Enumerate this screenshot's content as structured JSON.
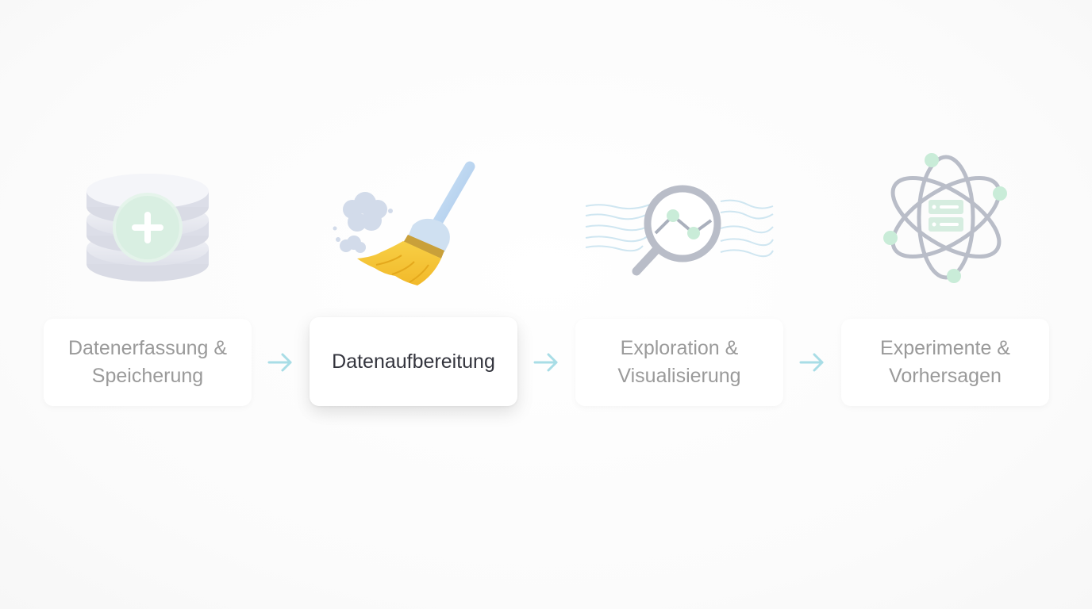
{
  "steps": [
    {
      "label": "Datenerfassung &\nSpeicherung",
      "icon": "database-add-icon",
      "active": false
    },
    {
      "label": "Datenaufbereitung",
      "icon": "broom-icon",
      "active": true
    },
    {
      "label": "Exploration &\nVisualisierung",
      "icon": "magnifier-chart-icon",
      "active": false
    },
    {
      "label": "Experimente &\nVorhersagen",
      "icon": "atom-server-icon",
      "active": false
    }
  ],
  "colors": {
    "active_text": "#33343d",
    "inactive_text": "#9a9a9a",
    "arrow": "#a8dde6",
    "green_accent": "#c9ecd8",
    "broom_yellow": "#f5c93f",
    "icon_gray": "#b9bdc8"
  }
}
